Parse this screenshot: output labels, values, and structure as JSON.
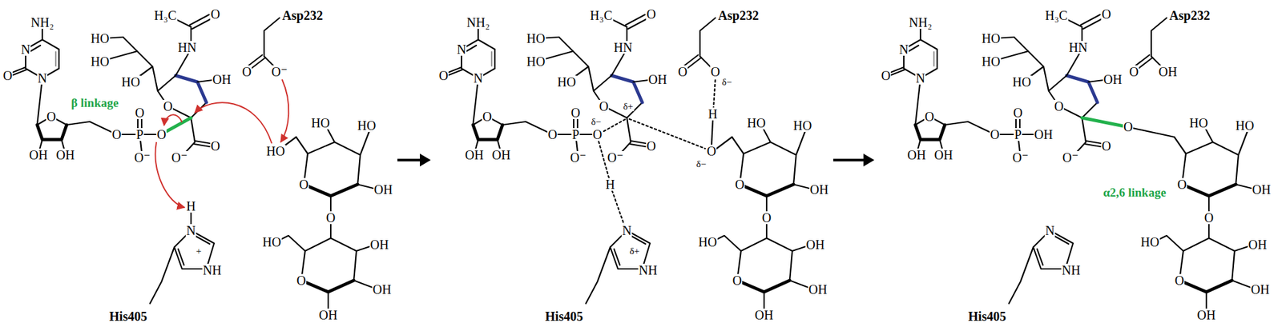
{
  "diagram": {
    "labels": [
      "NH₂",
      "N",
      "O",
      "N",
      "O",
      "OH",
      "OH",
      "O",
      "P",
      "O",
      "O⁻",
      "O",
      "β linkage",
      "H₃C",
      "O",
      "HN",
      "HO",
      "HO",
      "HO",
      "O",
      "OH",
      "O",
      "O⁻",
      "H",
      "N",
      "+",
      "NH",
      "His405",
      "Asp232",
      "O",
      "O⁻",
      "HO",
      "HO",
      "HO",
      "OH",
      "O",
      "O",
      "HO",
      "OH",
      "O",
      "OH",
      "OH",
      "NH₂",
      "N",
      "O",
      "N",
      "O",
      "OH",
      "OH",
      "O",
      "P",
      "O",
      "O⁻",
      "O",
      "δ−",
      "H₃C",
      "O",
      "HN",
      "HO",
      "HO",
      "HO",
      "O",
      "OH",
      "O",
      "O⁻",
      "δ+",
      "H",
      "N",
      "δ+",
      "NH",
      "His405",
      "Asp232",
      "O",
      "O",
      "δ−",
      "O",
      "δ−",
      "H",
      "HO",
      "HO",
      "OH",
      "O",
      "O",
      "HO",
      "OH",
      "O",
      "OH",
      "OH",
      "NH₂",
      "N",
      "O",
      "N",
      "O",
      "OH",
      "OH",
      "O",
      "P",
      "O",
      "O⁻",
      "OH",
      "H₃C",
      "O",
      "HN",
      "HO",
      "HO",
      "HO",
      "O",
      "OH",
      "O",
      "O⁻",
      "α2,6 linkage",
      "N",
      "NH",
      "His405",
      "Asp232",
      "O",
      "OH",
      "O",
      "HO",
      "HO",
      "OH",
      "O",
      "O",
      "HO",
      "OH",
      "O",
      "OH",
      "OH"
    ]
  }
}
